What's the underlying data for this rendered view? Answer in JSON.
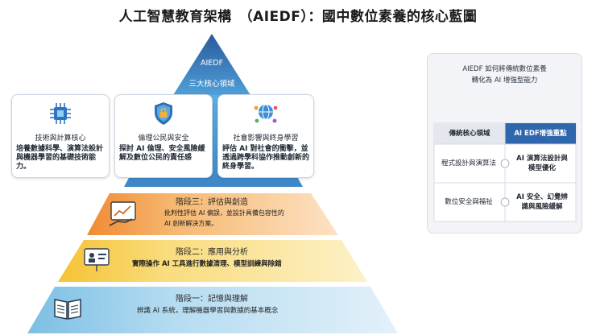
{
  "title": "人工智慧教育架構　（AIEDF）：國中數位素養的核心藍圖",
  "apex": {
    "line1": "AIEDF",
    "line2": "三大核心領域"
  },
  "cards": [
    {
      "title": "技術與計算核心",
      "desc": "培養數據科學、演算法設計與機器學習的基礎技術能力。",
      "icon": "chip-icon"
    },
    {
      "title": "倫理公民與安全",
      "desc": "探討 AI 倫理、安全風險緩解及數位公民的責任感",
      "icon": "shield-lock-icon"
    },
    {
      "title": "社會影響與終身學習",
      "desc": "評估 AI 對社會的衝擊，並透過跨學科協作推動創新的終身學習。",
      "icon": "globe-people-icon"
    }
  ],
  "stages": [
    {
      "title": "階段三：評估與創造",
      "desc_line1": "批判性評估 AI 偏誤，並設計具備包容性的",
      "desc_line2": "AI 創新解決方案。",
      "icon": "chart-hand-icon"
    },
    {
      "title": "階段二：應用與分析",
      "desc_line1": "實際操作 AI 工具進行數據清理、模型訓練與除錯",
      "icon": "presentation-icon"
    },
    {
      "title": "階段一：記憶與理解",
      "desc_line1": "辨識 AI 系統，理解機器學習與數據的基本概念",
      "icon": "book-icon"
    }
  ],
  "panel": {
    "heading_line1": "AIEDF 如何將傳統數位素養",
    "heading_line2": "轉化為 AI 增強型能力",
    "col1": "傳統核心領域",
    "col2": "AI EDF增強重點",
    "rows": [
      {
        "left": "程式設計與演算法",
        "right_line1": "AI 演算法設計與",
        "right_line2": "模型優化"
      },
      {
        "left": "數位安全與福祉",
        "right_line1": "AI 安全、幻覺辨",
        "right_line2": "識與風險緩解"
      }
    ]
  },
  "colors": {
    "apex_top": "#2f5fa2",
    "apex_mid": "#4d9fd9",
    "stage3": "#f2a24e",
    "stage2": "#f5c94a",
    "stage1": "#9ccde8",
    "panel_bg": "#f2f4f7"
  }
}
